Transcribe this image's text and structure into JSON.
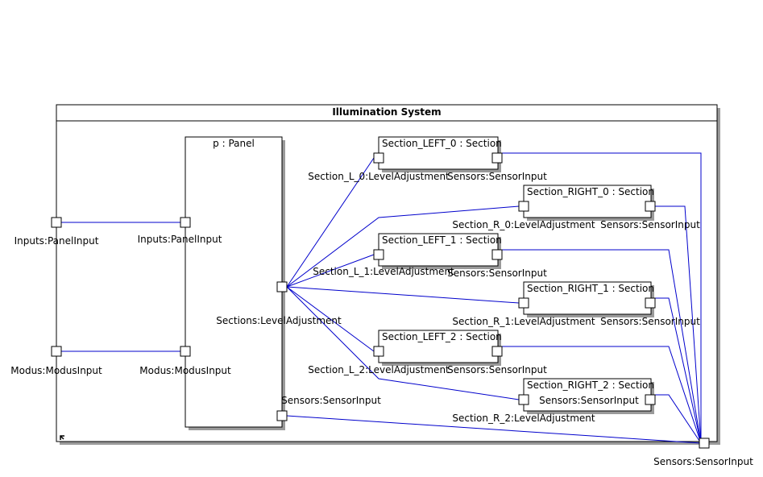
{
  "system": {
    "title": "Illumination System"
  },
  "panel": {
    "title": "p : Panel",
    "ports": {
      "inputs": "Inputs:PanelInput",
      "modus": "Modus:ModusInput",
      "sections": "Sections:LevelAdjustment",
      "sensors": "Sensors:SensorInput"
    }
  },
  "outer_ports": {
    "inputs": "Inputs:PanelInput",
    "modus": "Modus:ModusInput",
    "sensors": "Sensors:SensorInput"
  },
  "sections": [
    {
      "title": "Section_LEFT_0 : Section",
      "level_port": "Section_L_0:LevelAdjustment",
      "sensor_port": "Sensors:SensorInput"
    },
    {
      "title": "Section_RIGHT_0 : Section",
      "level_port": "Section_R_0:LevelAdjustment",
      "sensor_port": "Sensors:SensorInput"
    },
    {
      "title": "Section_LEFT_1 : Section",
      "level_port": "Section_L_1:LevelAdjustment",
      "sensor_port": "Sensors:SensorInput"
    },
    {
      "title": "Section_RIGHT_1 : Section",
      "level_port": "Section_R_1:LevelAdjustment",
      "sensor_port": "Sensors:SensorInput"
    },
    {
      "title": "Section_LEFT_2 : Section",
      "level_port": "Section_L_2:LevelAdjustment",
      "sensor_port": "Sensors:SensorInput"
    },
    {
      "title": "Section_RIGHT_2 : Section",
      "level_port": "Section_R_2:LevelAdjustment",
      "sensor_port": "Sensors:SensorInput"
    }
  ],
  "colors": {
    "connector": "#0000cc",
    "border": "#000000",
    "shadow": "#9a9a9a"
  }
}
